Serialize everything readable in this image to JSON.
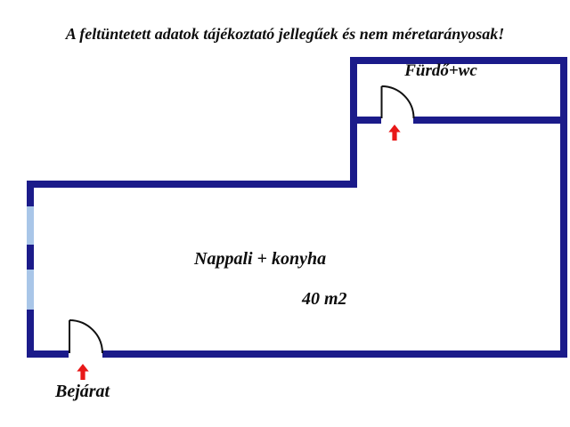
{
  "disclaimer": "A feltüntetett adatok tájékoztató jellegűek és nem méretarányosak!",
  "rooms": {
    "bathroom": {
      "label": "Fürdő+wc"
    },
    "living": {
      "label": "Nappali + konyha",
      "area": "40 m2"
    }
  },
  "entrance": {
    "label": "Bejárat"
  },
  "icons": {
    "bathroom_arrow": "up-arrow",
    "entrance_arrow": "up-arrow"
  },
  "colors": {
    "wall": "#1b1b8a",
    "window": "#a9c6e8",
    "door_line": "#111111",
    "arrow_red": "#e81818",
    "text": "#0d0d0d",
    "background": "#ffffff"
  }
}
